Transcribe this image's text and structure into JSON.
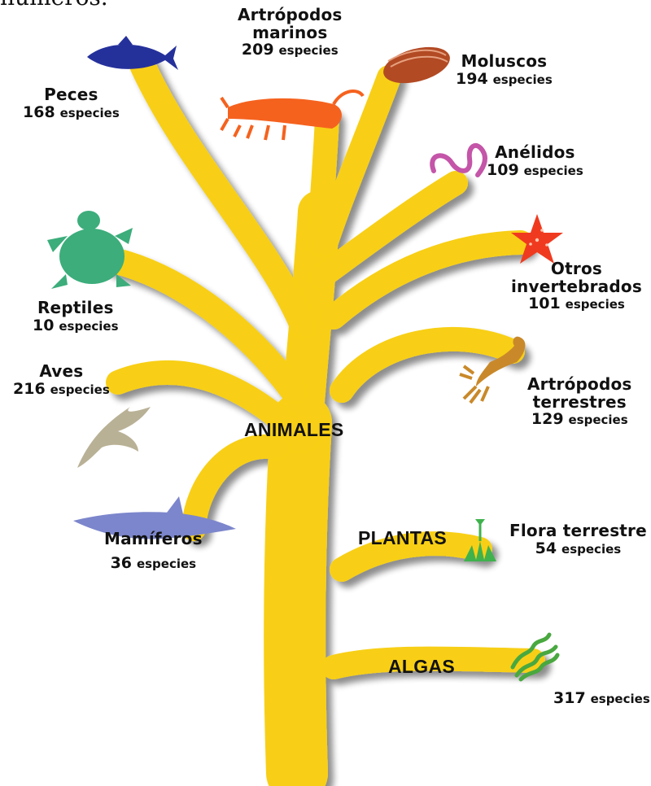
{
  "header": {
    "cut_text": "numeros."
  },
  "groups": {
    "animals": "ANIMALES",
    "plants": "PLANTAS",
    "algae": "ALGAS"
  },
  "leaves": {
    "fish": {
      "name": "Peces",
      "count": "168",
      "unit": "especies",
      "color": "#25319b"
    },
    "marine_arthropods": {
      "name_1": "Artrópodos",
      "name_2": "marinos",
      "count": "209",
      "unit": "especies",
      "color": "#f5621e"
    },
    "molluscs": {
      "name": "Moluscos",
      "count": "194",
      "unit": "especies",
      "color": "#b24a24"
    },
    "annelids": {
      "name": "Anélidos",
      "count": "109",
      "unit": "especies",
      "color": "#c455a8"
    },
    "other_invertebrates": {
      "name_1": "Otros",
      "name_2": "invertebrados",
      "count": "101",
      "unit": "especies",
      "color": "#f03a1f"
    },
    "reptiles": {
      "name": "Reptiles",
      "count": "10",
      "unit": "especies",
      "color": "#3cad7b"
    },
    "birds": {
      "name": "Aves",
      "count": "216",
      "unit": "especies",
      "color": "#b9b196"
    },
    "terrestrial_arthropods": {
      "name_1": "Artrópodos",
      "name_2": "terrestres",
      "count": "129",
      "unit": "especies",
      "color": "#c9892a"
    },
    "mammals": {
      "name": "Mamíferos",
      "count": "36",
      "unit": "especies",
      "color": "#7c86cc"
    },
    "terrestrial_flora": {
      "name": "Flora terrestre",
      "count": "54",
      "unit": "especies",
      "color": "#3fb24d"
    },
    "algae_leaf": {
      "count": "317",
      "unit": "especies",
      "color": "#49a83f"
    }
  },
  "colors": {
    "trunk": "#f8cf12",
    "trunk_shadow": "#9a9a9a"
  }
}
